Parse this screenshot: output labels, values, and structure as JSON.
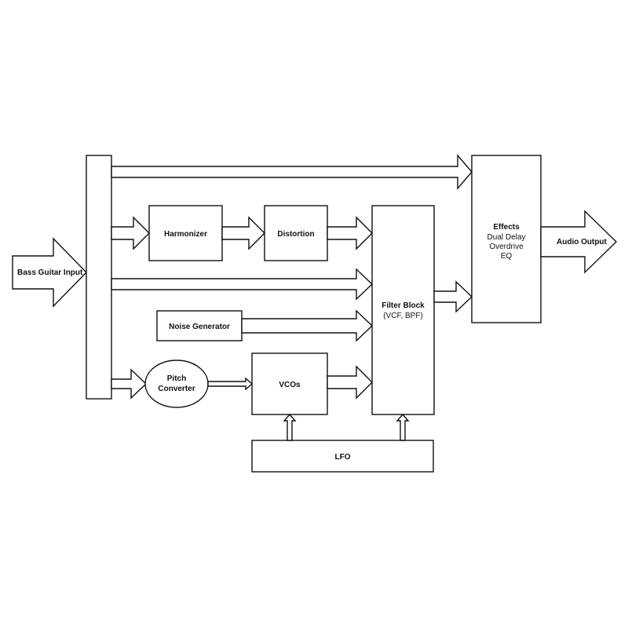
{
  "blocks": {
    "input": "Bass Guitar Input",
    "harmonizer": "Harmonizer",
    "distortion": "Distortion",
    "noise_generator": "Noise Generator",
    "pitch_converter": [
      "Pitch",
      "Converter"
    ],
    "vcos": "VCOs",
    "filter_block": [
      "Filter Block",
      "(VCF, BPF)"
    ],
    "effects": {
      "title": "Effects",
      "items": [
        "Dual Delay",
        "Overdrive",
        "EQ"
      ]
    },
    "lfo": "LFO",
    "output": "Audio Output"
  },
  "colors": {
    "stroke": "#111111",
    "fill": "#ffffff",
    "background": "#ffffff"
  }
}
